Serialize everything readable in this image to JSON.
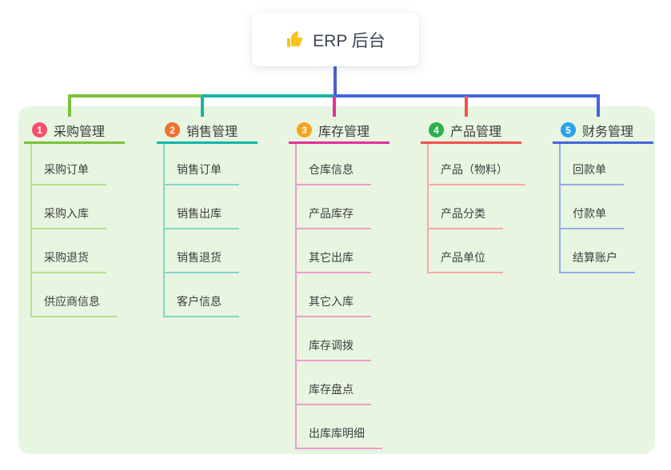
{
  "root": {
    "title": "ERP 后台",
    "icon": "thumbs-up"
  },
  "canvas": {
    "background": "#ffffff",
    "panel_color": "#e7f5e1",
    "trunk_color": "#4a5fd2",
    "thumb_color": "#f7c31c"
  },
  "branches": [
    {
      "index": "1",
      "label": "采购管理",
      "badge_color": "#f4506c",
      "line_color": "#7cc13c",
      "light_color": "#b9e08e",
      "children": [
        "采购订单",
        "采购入库",
        "采购退货",
        "供应商信息"
      ]
    },
    {
      "index": "2",
      "label": "销售管理",
      "badge_color": "#ee7231",
      "line_color": "#13b5a6",
      "light_color": "#82d6cc",
      "children": [
        "销售订单",
        "销售出库",
        "销售退货",
        "客户信息"
      ]
    },
    {
      "index": "3",
      "label": "库存管理",
      "badge_color": "#f6a41f",
      "line_color": "#e03399",
      "light_color": "#f09ccd",
      "children": [
        "仓库信息",
        "产品库存",
        "其它出库",
        "其它入库",
        "库存调拨",
        "库存盘点",
        "出库库明细"
      ]
    },
    {
      "index": "4",
      "label": "产品管理",
      "badge_color": "#2cb04c",
      "line_color": "#f4514e",
      "light_color": "#f9a8a6",
      "children": [
        "产品（物料）",
        "产品分类",
        "产品单位"
      ]
    },
    {
      "index": "5",
      "label": "财务管理",
      "badge_color": "#2aa2e8",
      "line_color": "#4664dc",
      "light_color": "#94abe8",
      "children": [
        "回款单",
        "付款单",
        "结算账户"
      ]
    }
  ]
}
